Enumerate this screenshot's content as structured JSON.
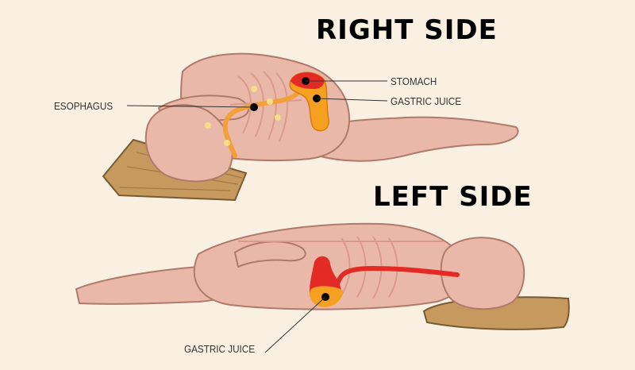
{
  "titles": {
    "top": "RIGHT SIDE",
    "bottom": "LEFT SIDE"
  },
  "labels": {
    "stomach": "STOMACH",
    "gastric_juice_top": "GASTRIC JUICE",
    "esophagus": "ESOPHAGUS",
    "gastric_juice_bottom": "GASTRIC JUICE"
  },
  "colors": {
    "background": "#faf0e2",
    "skin": "#eab8a8",
    "skin_outline": "#b07a6a",
    "ribs": "#d99a8c",
    "esophagus_tube": "#f2a038",
    "stomach_acid": "#e42a24",
    "gastric_juice": "#f5a020",
    "pillow": "#c69a5e",
    "leader_line": "#333333"
  }
}
